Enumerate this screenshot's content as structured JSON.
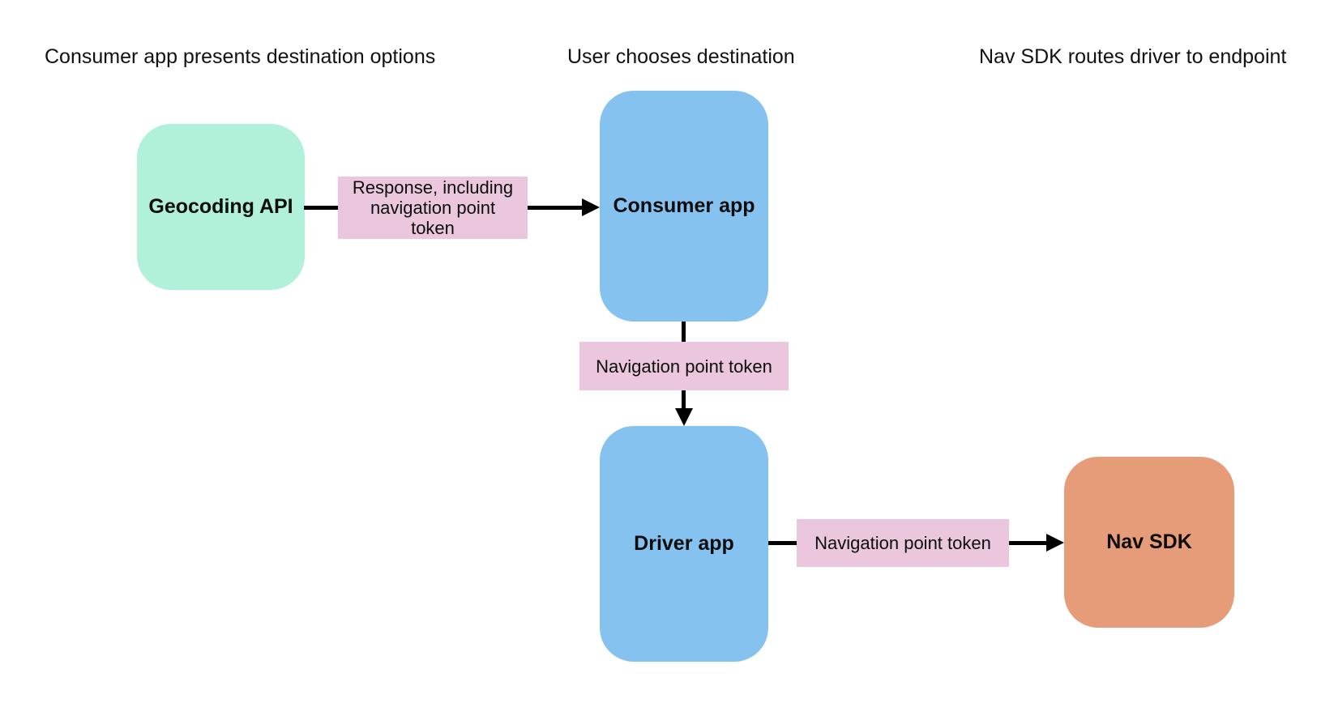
{
  "diagram": {
    "background": "#ffffff",
    "arrow_color": "#000000",
    "edge_label_bg": "#eac7dc",
    "column_headers": [
      "Consumer app presents destination options",
      "User chooses destination",
      "Nav SDK routes driver to endpoint"
    ],
    "nodes": {
      "geocoding_api": {
        "label": "Geocoding API",
        "color": "#b1f0d9"
      },
      "consumer_app": {
        "label": "Consumer app",
        "color": "#85c2f0"
      },
      "driver_app": {
        "label": "Driver app",
        "color": "#85c2f0"
      },
      "nav_sdk": {
        "label": "Nav SDK",
        "color": "#e69c79"
      }
    },
    "edge_labels": {
      "geocoding_to_consumer": "Response, including navigation point token",
      "consumer_to_driver": "Navigation point token",
      "driver_to_nav_sdk": "Navigation point token"
    }
  }
}
